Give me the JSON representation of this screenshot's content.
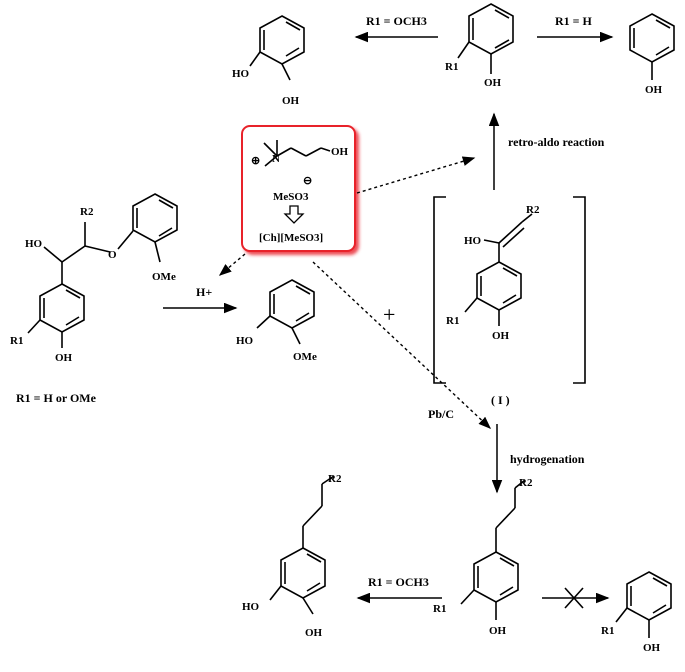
{
  "colors": {
    "catalyst_box_border": "#e8242b",
    "ink": "#000000"
  },
  "labels": {
    "r1_och3_top": "R1 = OCH3",
    "r1_h_top": "R1 = H",
    "retro_aldo": "retro-aldo reaction",
    "r1_def": "R1 = H or OMe",
    "plus": "+",
    "hplus": "H+",
    "intermediate": "( I )",
    "pbc": "Pb/C",
    "hydrogenation": "hydrogenation",
    "r1_och3_bottom": "R1 = OCH3"
  },
  "catalyst": {
    "cation_charge": "⊕",
    "oh": "OH",
    "anion": "MeSO3",
    "anion_charge": "⊖",
    "il_name": "[Ch][MeSO3]"
  },
  "atoms": {
    "oh": "OH",
    "ho": "HO",
    "ome": "OMe",
    "o": "O",
    "r1": "R1",
    "r2": "R2"
  }
}
